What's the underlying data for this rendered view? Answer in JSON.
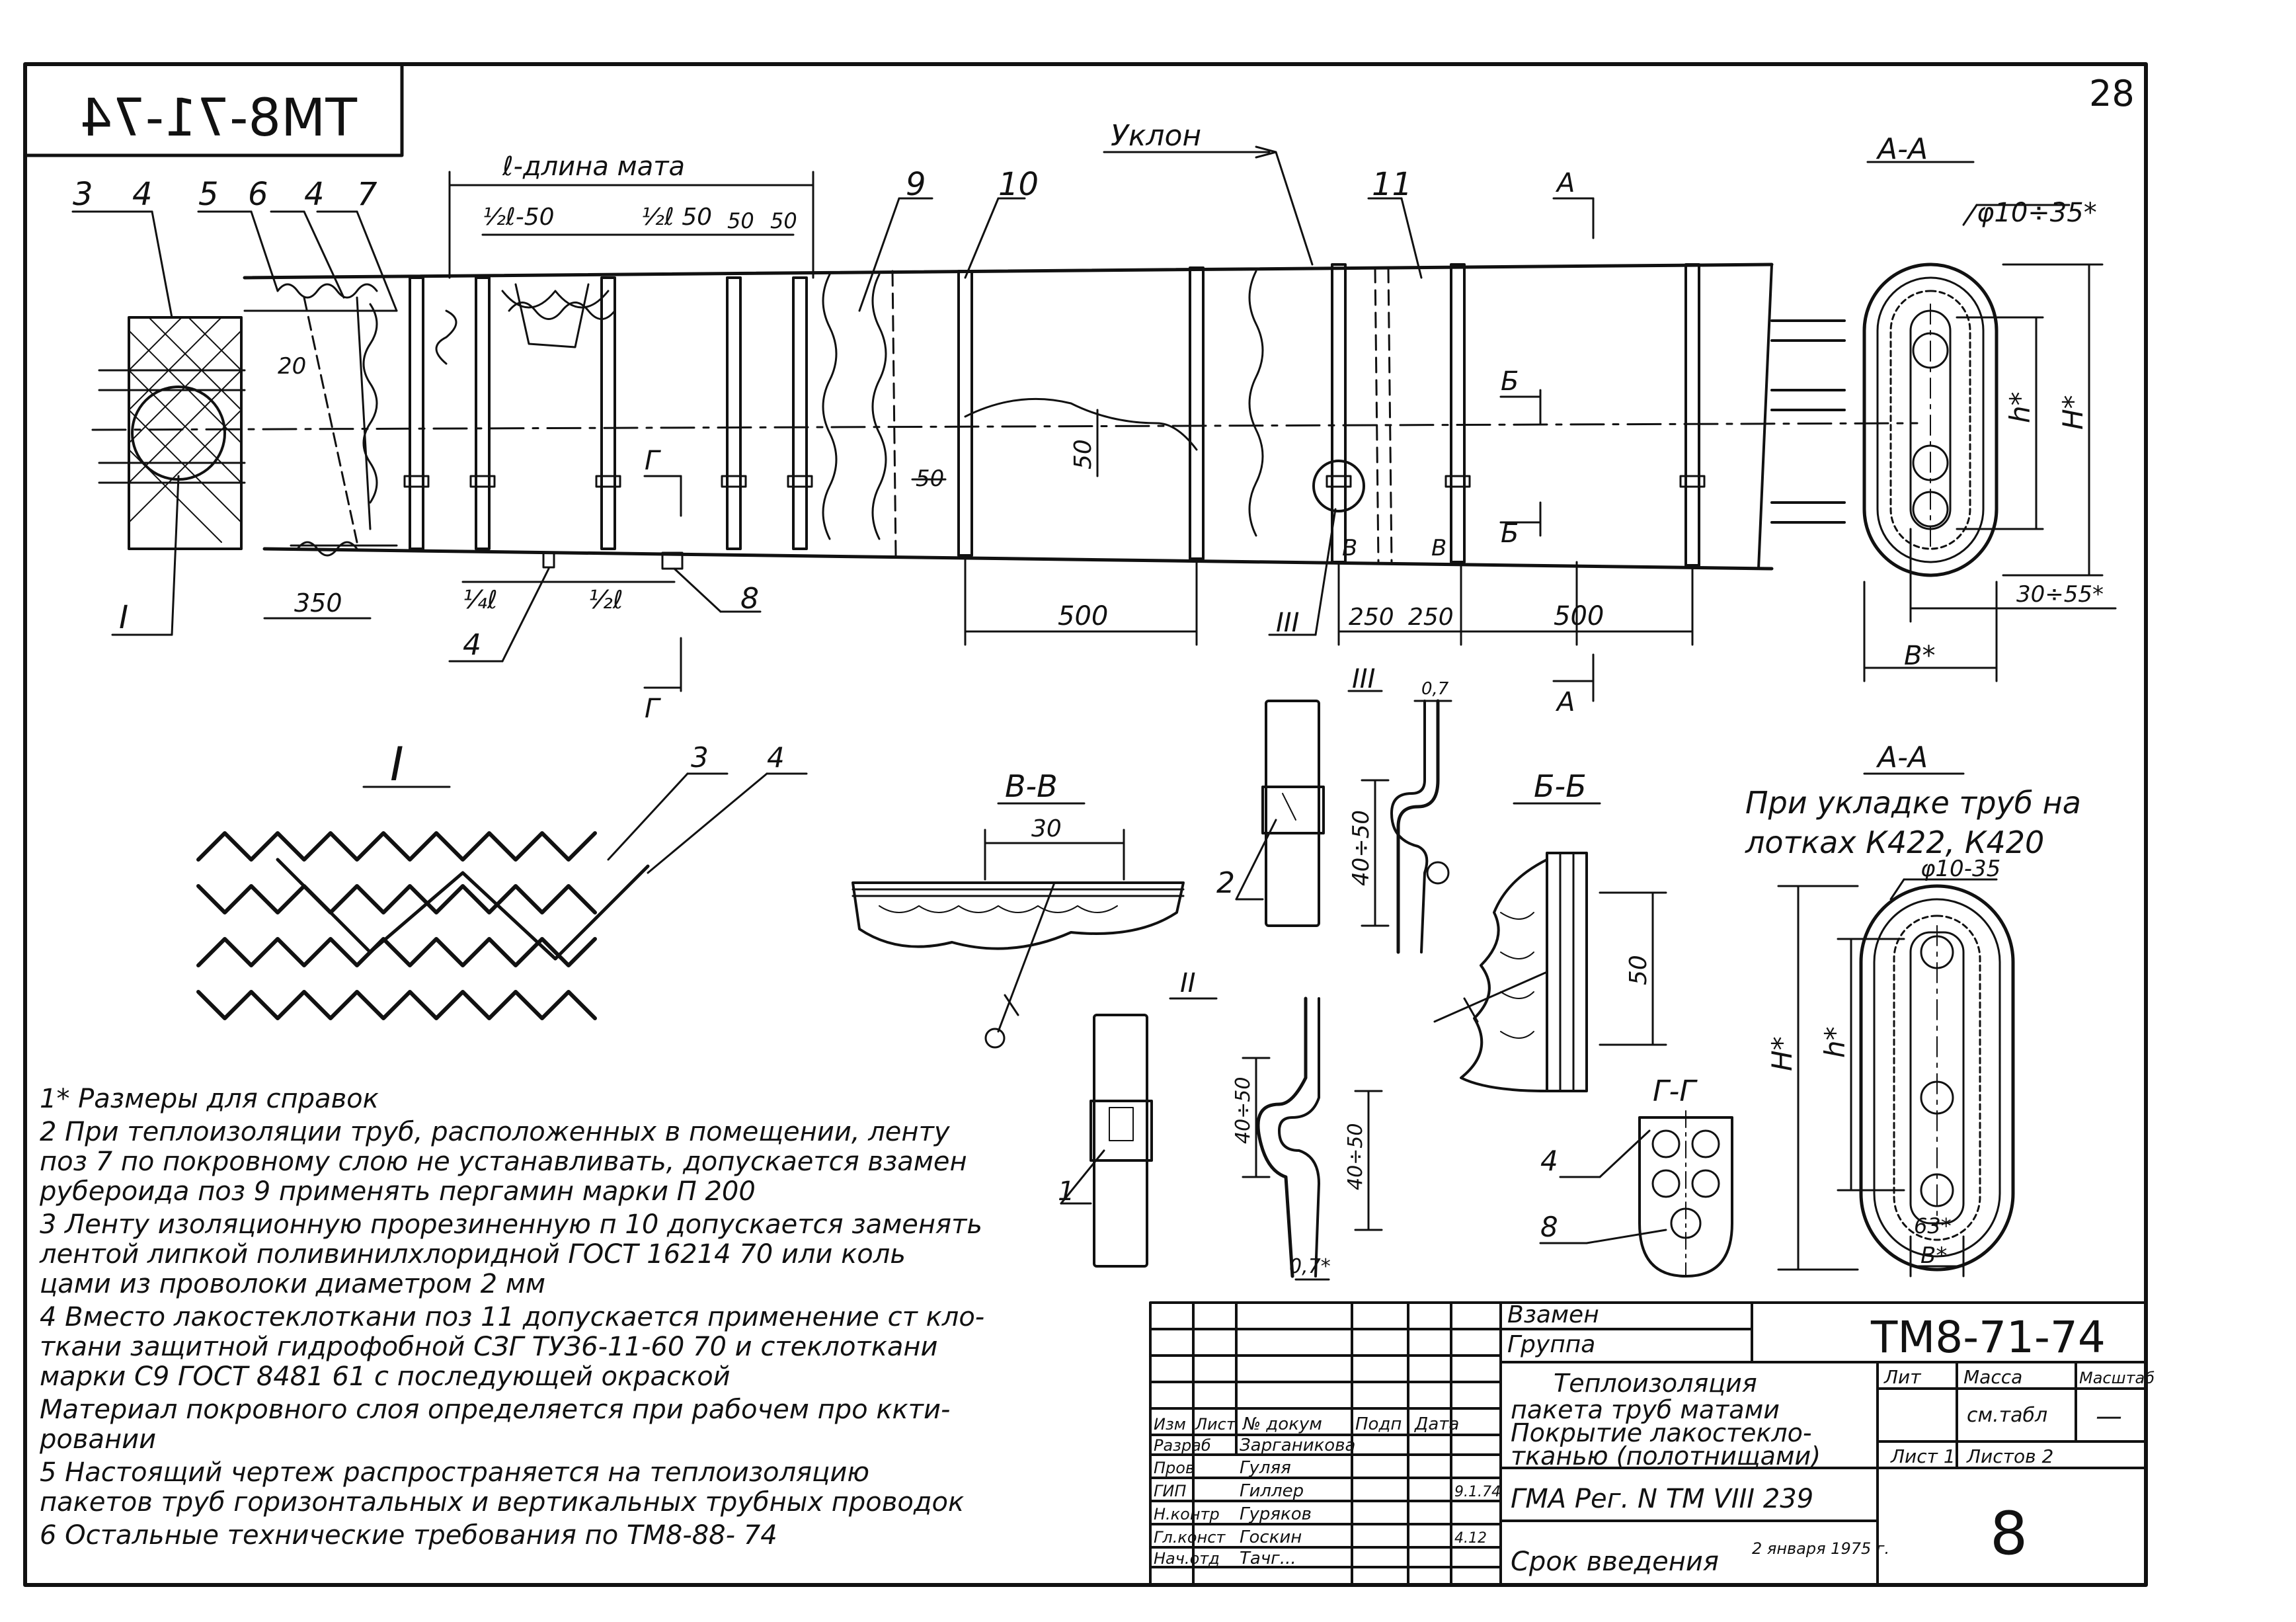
{
  "sheet": {
    "page_number": "28",
    "top_code_mirrored": "ТМ8-71-74",
    "drawing_code": "ТМ8-71-74"
  },
  "callouts": [
    "3",
    "4",
    "5",
    "6",
    "4",
    "7",
    "9",
    "10",
    "11"
  ],
  "labels": {
    "mat_length": "ℓ-длина мата",
    "slope": "Уклон",
    "half_l_minus_50": "½ℓ-50",
    "half_l_50": "½ℓ 50",
    "d50a": "50",
    "d50b": "50",
    "section_A": "А",
    "section_B": "Б",
    "section_V": "В",
    "section_G": "Г",
    "detail_I": "I",
    "detail_II": "II",
    "detail_III": "III",
    "dim_350": "350",
    "dim_20": "20",
    "quarter_l": "¼ℓ",
    "half_l": "½ℓ",
    "pos4": "4",
    "pos8": "8",
    "pos2": "2",
    "pos1": "1",
    "pos3": "3",
    "dim_500a": "500",
    "dim_500b": "500",
    "dim_250a": "250",
    "dim_250b": "250",
    "dim_50v": "50",
    "dim_50h": "50",
    "dim_30": "30",
    "dim_40_50": "40÷50",
    "dim_07": "0,7",
    "dim_07s": "0,7*",
    "dim_50bb": "50",
    "dim_63": "63*",
    "dim_30_55": "30÷55*",
    "dim_phi": "φ10÷35*",
    "dim_phi2": "φ10-35",
    "H": "H*",
    "h": "h*",
    "B": "B*"
  },
  "views": {
    "aa_title": "А-А",
    "aa2_title": "А-А",
    "aa2_caption_1": "При укладке труб на",
    "aa2_caption_2": "лотках К422, К420",
    "vv_title": "В-В",
    "bb_title": "Б-Б",
    "gg_title": "Г-Г",
    "d1_title": "I",
    "d2_title": "II",
    "d3_title": "III"
  },
  "notes": [
    "1* Размеры для   справок",
    "2  При теплоизоляции труб, расположенных в помещении, ленту",
    "   поз 7  по покровному слою  не устанавливать, допускается взамен",
    "   рубероида поз 9  применять пергамин марки  П 200",
    "3   Ленту изоляционную прорезиненную п 10 допускается заменять",
    "   лентой липкой поливинилхлоридной  ГОСТ 16214 70 или коль",
    "   цами  из проволоки  диаметром   2 мм",
    "4   Вместо лакостеклоткани  поз 11  допускается применение ст кло-",
    "   ткани  защитной  гидрофобной  СЗГ  ТУЗ6-11-60 70 и стеклоткани",
    "   марки С9 ГОСТ 8481 61 с последующей окраской",
    "      Материал  покровного слоя  определяется  при рабочем  про ккти-",
    "   ровании",
    "5   Настоящий чертеж распространяется  на теплоизоляцию",
    "   пакетов труб горизонтальных и вертикальных трубных проводок",
    "6   Остальные  технические  требования  по  ТМ8-88- 74"
  ],
  "title_block": {
    "vzamen": "Взамен",
    "gruppa": "Группа",
    "title_lines": [
      "Теплоизоляция",
      "пакета труб матами",
      "Покрытие лакостекло-",
      "тканью (полотнищами)"
    ],
    "col_headers": [
      "Изм",
      "Лист",
      "№ докум",
      "Подп",
      "Дата"
    ],
    "roles": [
      "Разраб",
      "Пров",
      "ГИП",
      "Н.контр",
      "Гл.конст",
      "Нач.отд"
    ],
    "names": [
      "Зарганикова",
      "Гуляя",
      "Гиллер",
      "Гуряков",
      "Госкин",
      "Тачг..."
    ],
    "dates": [
      "",
      "",
      "9.1.74",
      "",
      "4.12",
      ""
    ],
    "lit": "Лит",
    "massa": "Масса",
    "masshtab": "Масштаб",
    "massa_value": "см.табл",
    "masshtab_value": "—",
    "list_label": "Лист 1",
    "listov_label": "Листов 2",
    "reg": "ГМА  Рег. N  ТМ VIII  239",
    "srok": "Срок введения",
    "srok_date": "2 января 1975 г.",
    "sheet_number": "8"
  }
}
